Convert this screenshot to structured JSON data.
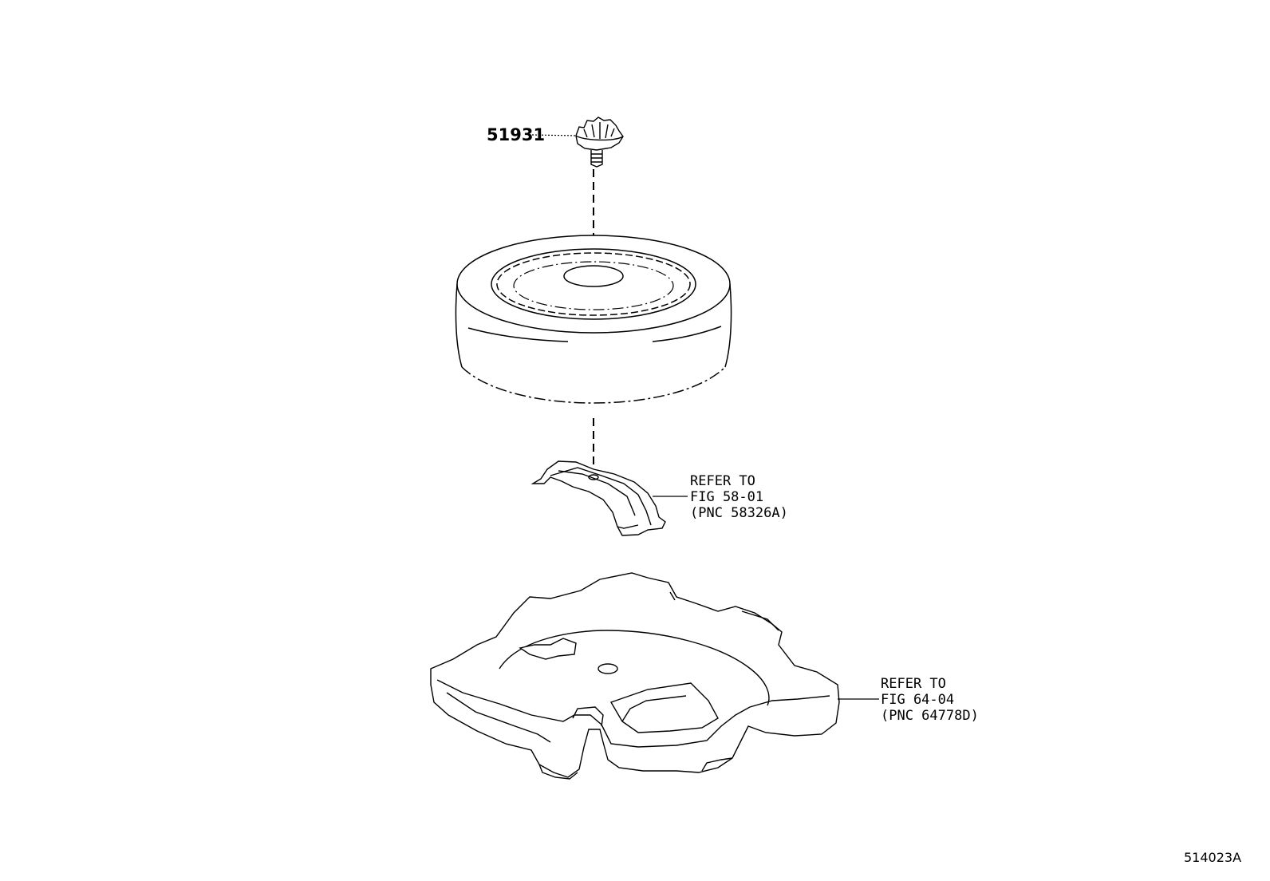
{
  "diagram": {
    "callouts": [
      {
        "part_number": "51931"
      }
    ],
    "references": [
      {
        "lines": [
          "REFER TO",
          "FIG 58-01",
          "(PNC 58326A)"
        ]
      },
      {
        "lines": [
          "REFER TO",
          "FIG 64-04",
          "(PNC 64778D)"
        ]
      }
    ],
    "figure_id": "514023A"
  }
}
